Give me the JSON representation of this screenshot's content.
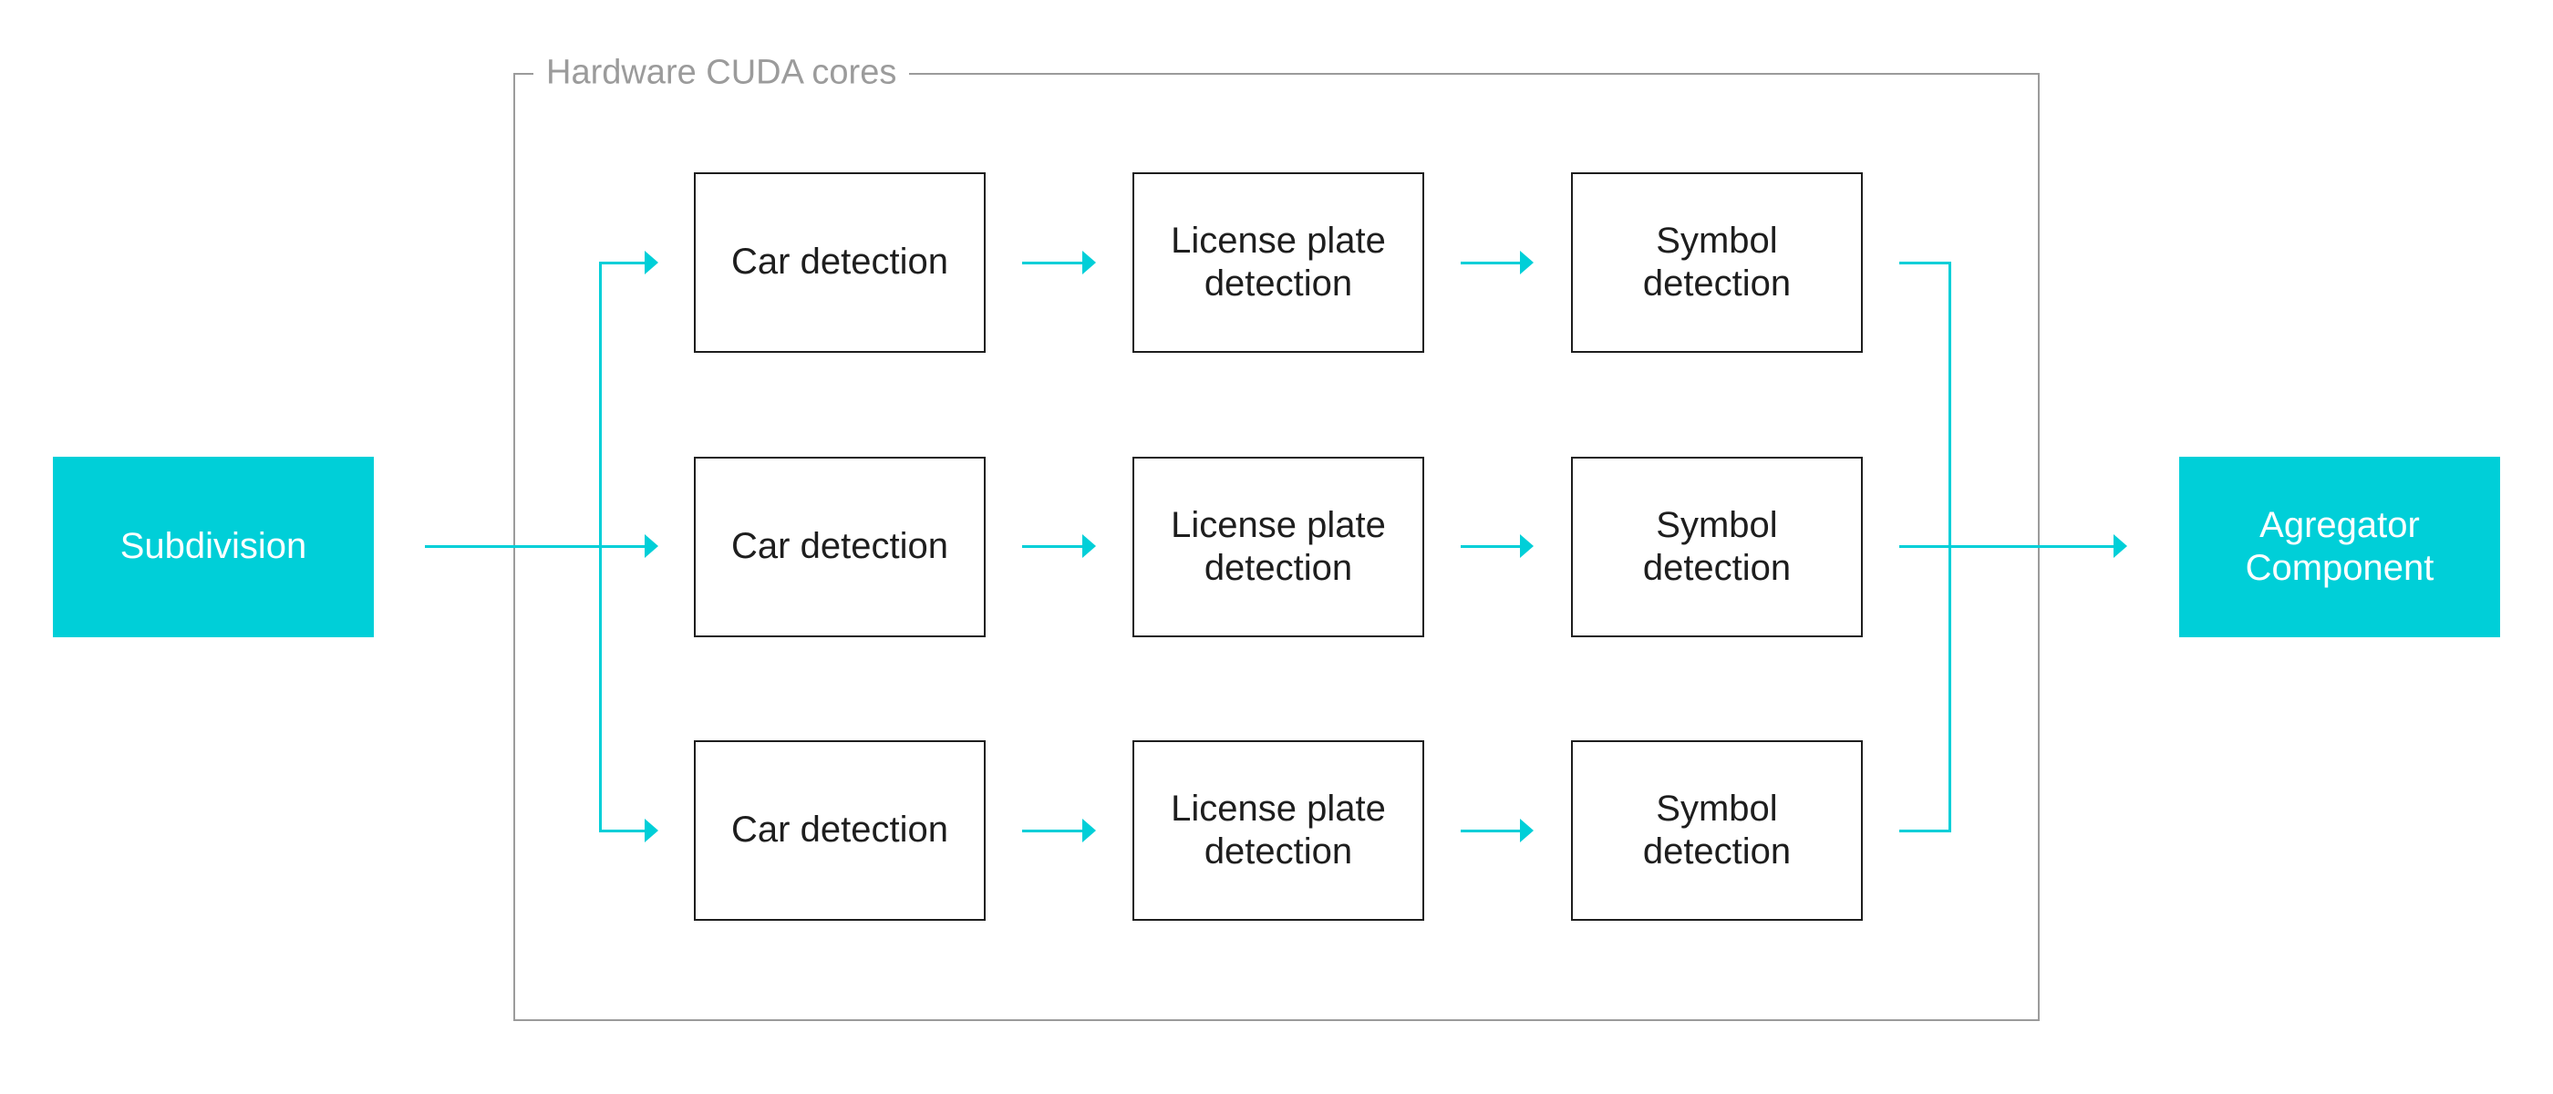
{
  "diagram": {
    "group_label": "Hardware CUDA cores",
    "input_label": "Subdivision",
    "output_label": "Agregator\nComponent",
    "stage_labels": [
      "Car detection",
      "License plate\ndetection",
      "Symbol\ndetection"
    ],
    "row_count": 3,
    "colors": {
      "accent": "#00CFD8",
      "muted": "#9B9B9B",
      "node_border": "#1E1E1E",
      "node_text": "#1E1E1E",
      "node_text_inverse": "#FFFFFF",
      "background": "#FFFFFF"
    }
  }
}
